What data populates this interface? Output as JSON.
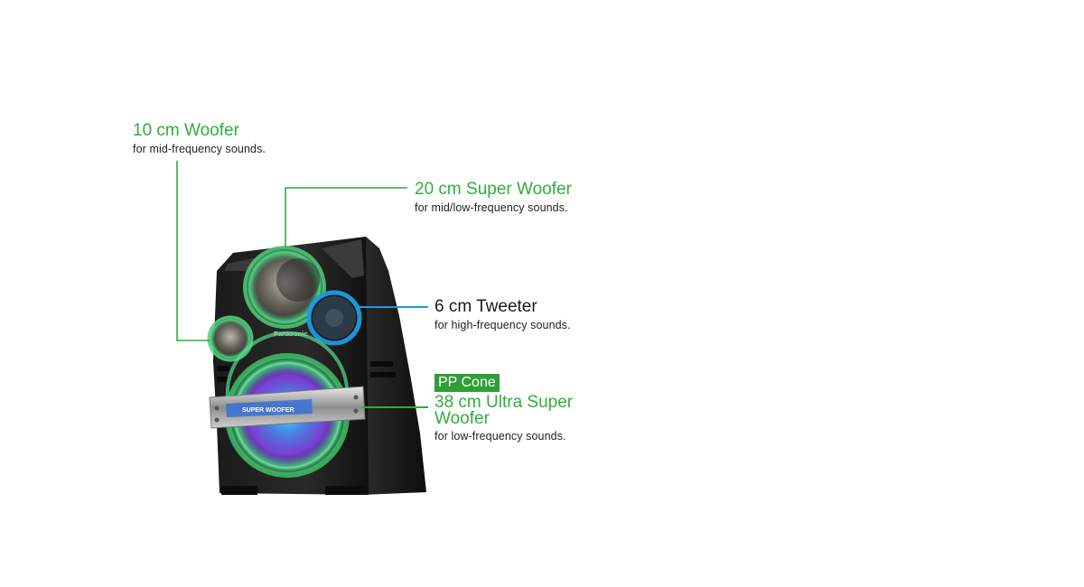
{
  "colors": {
    "accent_green": "#2fae3b",
    "leader_blue": "#1e9be0",
    "badge_green": "#2f9e36"
  },
  "speaker": {
    "brand": "Panasonic",
    "bar_label": "SUPER WOOFER"
  },
  "callouts": {
    "woofer10": {
      "title": "10 cm Woofer",
      "sub": "for mid-frequency sounds."
    },
    "super20": {
      "title": "20 cm Super Woofer",
      "sub": "for mid/low-frequency sounds."
    },
    "tweeter": {
      "title": "6 cm Tweeter",
      "sub": "for high-frequency sounds."
    },
    "ultra38": {
      "badge": "PP Cone",
      "title_line1": "38 cm Ultra Super",
      "title_line2": "Woofer",
      "sub": "for low-frequency sounds."
    }
  }
}
